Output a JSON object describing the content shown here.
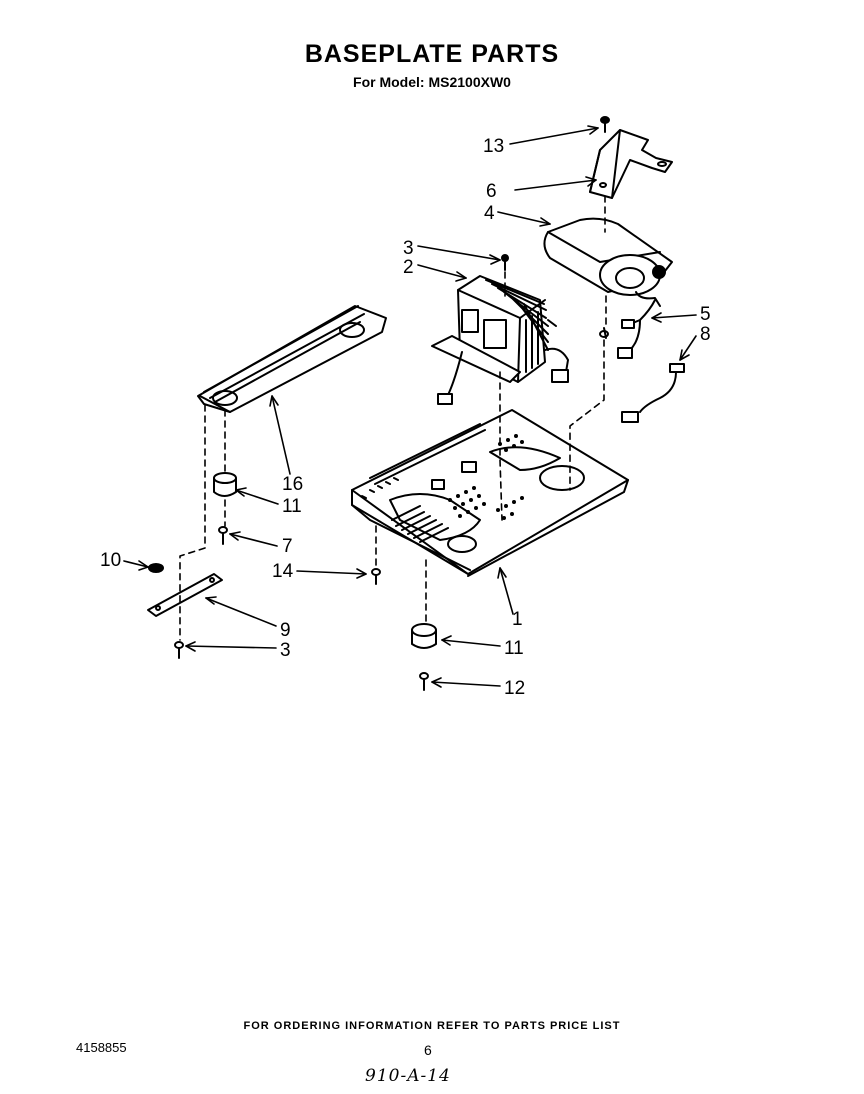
{
  "title": "BASEPLATE PARTS",
  "subtitle": "For Model: MS2100XW0",
  "callouts": [
    "13",
    "6",
    "4",
    "3",
    "2",
    "5",
    "8",
    "16",
    "11",
    "7",
    "10",
    "14",
    "1",
    "9",
    "3",
    "11",
    "12"
  ],
  "footer": {
    "ordering_note": "FOR ORDERING INFORMATION REFER TO PARTS PRICE LIST",
    "doc_number": "4158855",
    "page_number": "6",
    "handwritten_code": "910-A-14"
  }
}
